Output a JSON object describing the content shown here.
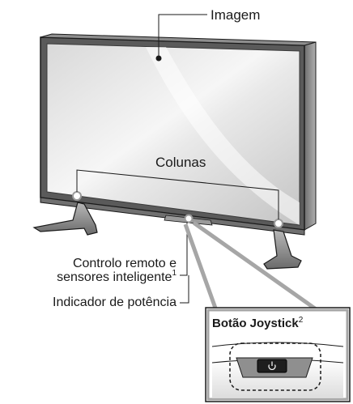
{
  "labels": {
    "image": "Imagem",
    "speakers": "Colunas",
    "remote_line1": "Controlo remoto e",
    "remote_line2": "sensores inteligente",
    "remote_sup": "1",
    "power_indicator": "Indicador de potência",
    "joystick_title": "Botão Joystick",
    "joystick_sup": "2"
  },
  "colors": {
    "outline": "#1a1a1a",
    "callout_gray": "#a6a6a6",
    "screen_light": "#f4f4f4",
    "screen_mid": "#d6d6d6",
    "screen_dark": "#bdbdbd",
    "bezel": "#9a9a9a",
    "stand": "#8c8c8c"
  },
  "icons": {
    "power": "power-icon"
  }
}
